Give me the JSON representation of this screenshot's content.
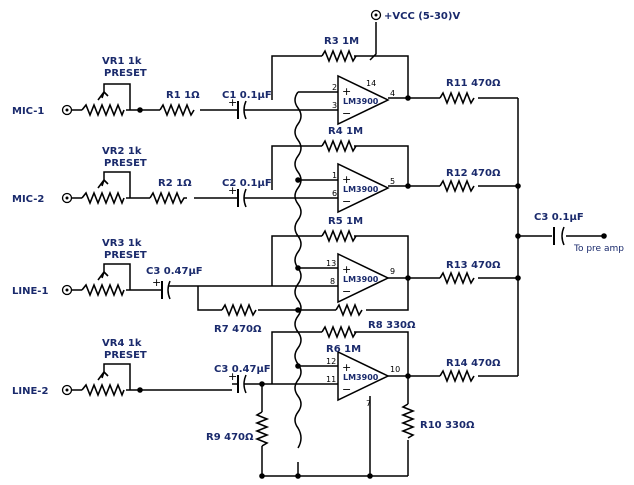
{
  "vcc": "+VCC (5-30)V",
  "to_pre_amp": "To pre amp",
  "inputs": [
    "MIC-1",
    "MIC-2",
    "LINE-1",
    "LINE-2"
  ],
  "presets": [
    {
      "name": "VR1 1k",
      "sub": "PRESET"
    },
    {
      "name": "VR2 1k",
      "sub": "PRESET"
    },
    {
      "name": "VR3 1k",
      "sub": "PRESET"
    },
    {
      "name": "VR4 1k",
      "sub": "PRESET"
    }
  ],
  "resistors": {
    "r1": "R1 1Ω",
    "r2": "R2 1Ω",
    "r3": "R3 1M",
    "r4": "R4 1M",
    "r5": "R5 1M",
    "r6": "R6 1M",
    "r7": "R7 470Ω",
    "r8": "R8 330Ω",
    "r9": "R9 470Ω",
    "r10": "R10 330Ω",
    "r11": "R11 470Ω",
    "r12": "R12 470Ω",
    "r13": "R13 470Ω",
    "r14": "R14 470Ω"
  },
  "capacitors": {
    "c1": "C1 0.1µF",
    "c2": "C2 0.1µF",
    "c3a": "C3 0.47µF",
    "c3b": "C3 0.47µF",
    "c3out": "C3 0.1µF"
  },
  "opamp_name": "LM3900",
  "opamp_pins": [
    {
      "plus": "2",
      "minus": "3",
      "out": "4",
      "extra": "14"
    },
    {
      "plus": "1",
      "minus": "6",
      "out": "5",
      "extra": ""
    },
    {
      "plus": "13",
      "minus": "8",
      "out": "9",
      "extra": ""
    },
    {
      "plus": "12",
      "minus": "11",
      "out": "10",
      "extra": "7"
    }
  ],
  "signs": {
    "plus": "+",
    "minus": "−"
  }
}
